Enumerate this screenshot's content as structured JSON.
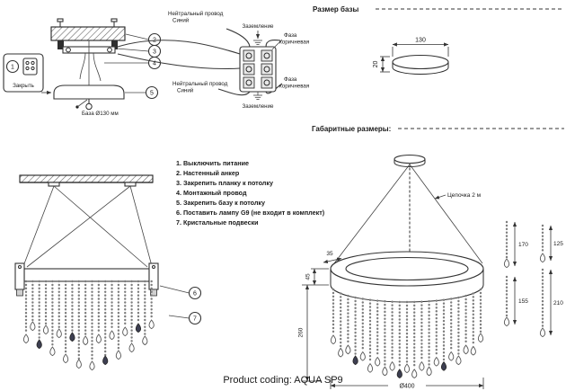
{
  "callouts": [
    "1",
    "2",
    "3",
    "4",
    "5",
    "6",
    "7"
  ],
  "mount": {
    "close_label": "Закрыть",
    "base_label": "База Ø130 мм"
  },
  "wiring": {
    "neutral_top_1": "Нейтральный провод",
    "neutral_top_2": "Синий",
    "ground_top": "Заземление",
    "phase_top_1": "Фаза",
    "phase_top_2": "коричневая",
    "neutral_bottom_1": "Нейтральный провод",
    "neutral_bottom_2": "Синий",
    "phase_bottom_1": "Фаза",
    "phase_bottom_2": "коричневая",
    "ground_bottom": "Заземление"
  },
  "base_size": {
    "title": "Размер базы",
    "dim_width": "130",
    "dim_height": "20"
  },
  "overall": {
    "title": "Габаритные размеры:",
    "chain": "Цепочка 2 м",
    "dim_ring_width": "35",
    "dim_ring_height": "45",
    "dim_drop": "260",
    "dim_diameter": "Ø400",
    "details": [
      "170",
      "125",
      "155",
      "210"
    ]
  },
  "steps": [
    "1. Выключить питание",
    "2. Настенный анкер",
    "3. Закрепить планку к потолку",
    "4. Монтажный провод",
    "5. Закрепить базу к потолку",
    "6. Поставить лампу G9 (не входит в комплект)",
    "7. Кристальные подвески"
  ],
  "page": {
    "product_coding": "Product coding: AQUA SP9"
  }
}
